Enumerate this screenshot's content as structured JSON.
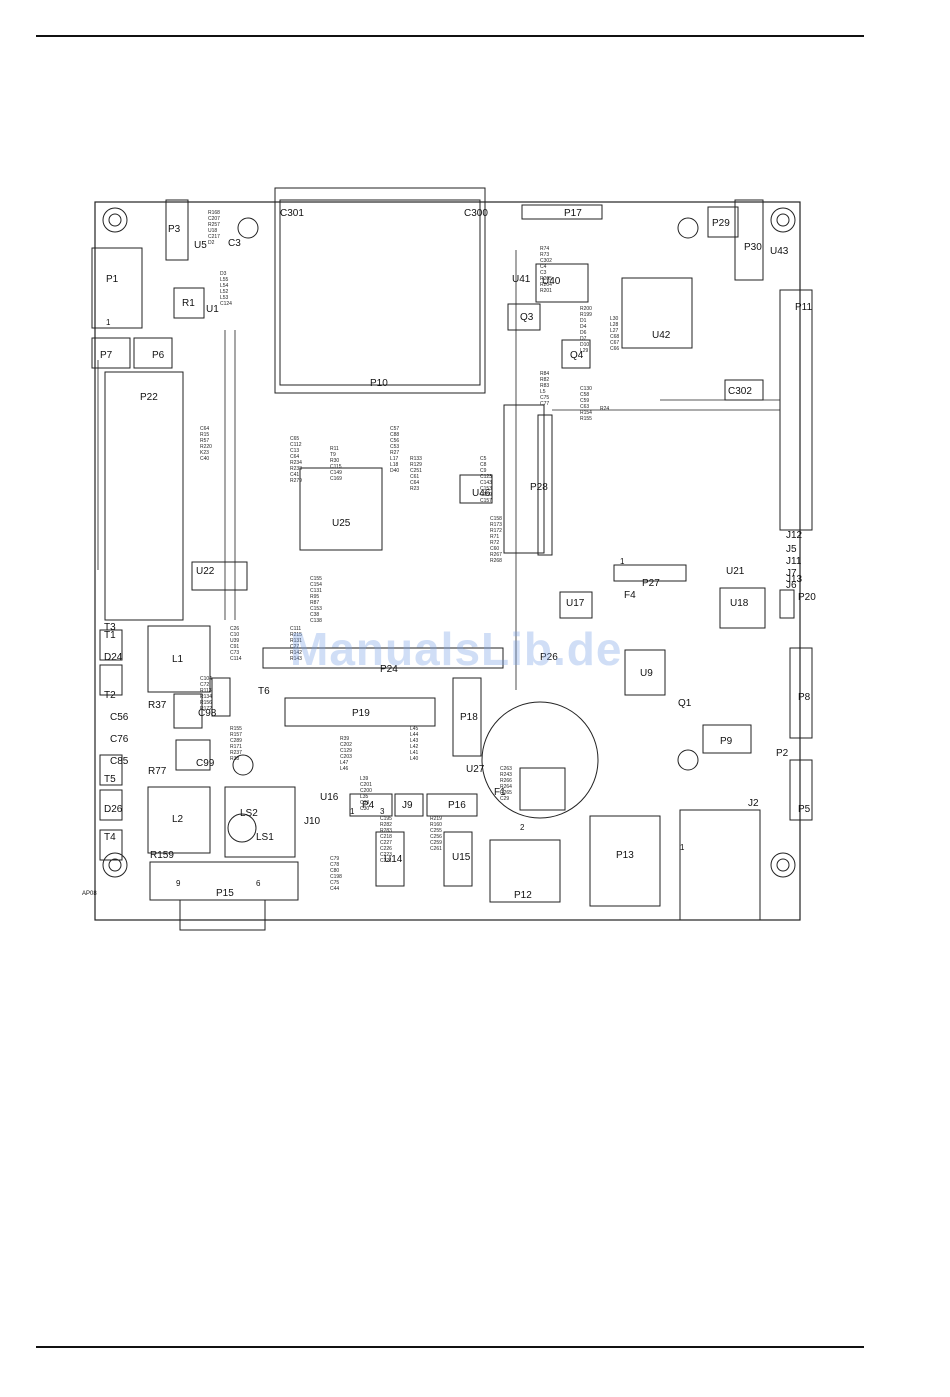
{
  "watermark": "ManualsLib.de",
  "board": {
    "major_labels": [
      "P1",
      "P3",
      "U5",
      "P7",
      "P6",
      "R1",
      "U1",
      "P22",
      "L1",
      "L2",
      "D24",
      "D26",
      "T1",
      "T2",
      "T3",
      "T4",
      "T5",
      "P10",
      "U25",
      "U22",
      "P24",
      "P19",
      "P18",
      "P26",
      "P27",
      "U18",
      "U9",
      "Q1",
      "P9",
      "P11",
      "U42",
      "U40",
      "U41",
      "Q3",
      "Q4",
      "P29",
      "P30",
      "C302",
      "U46",
      "U17",
      "P28",
      "P13",
      "P12",
      "P15",
      "LS1",
      "LS2",
      "P16",
      "J9",
      "P4",
      "U14",
      "U15",
      "U16",
      "J2",
      "P2",
      "P5",
      "P8",
      "P20",
      "J12",
      "J5",
      "J11",
      "J7",
      "J6",
      "J13",
      "F1",
      "F4",
      "U21",
      "R77",
      "R37",
      "C98",
      "C99",
      "C85",
      "C76",
      "C56",
      "C3",
      "T6",
      "J10",
      "R159",
      "P17",
      "C301",
      "C300",
      "U43",
      "U27"
    ],
    "small_labels": [
      "R168",
      "C207",
      "R257",
      "U18",
      "C217",
      "D2",
      "D3",
      "L55",
      "L54",
      "L52",
      "L53",
      "C124",
      "C64",
      "R15",
      "R57",
      "R220",
      "K23",
      "C40",
      "C65",
      "C112",
      "C13",
      "C64",
      "R234",
      "R233",
      "C41",
      "R279",
      "R11",
      "T9",
      "R30",
      "C115",
      "C149",
      "C169",
      "C57",
      "C88",
      "C56",
      "C53",
      "R27",
      "L17",
      "L18",
      "D40",
      "R133",
      "R129",
      "C251",
      "C61",
      "C64",
      "R23",
      "C155",
      "C154",
      "C131",
      "R95",
      "R87",
      "C153",
      "C38",
      "C138",
      "C111",
      "R215",
      "R131",
      "C27",
      "R142",
      "R143",
      "C26",
      "C10",
      "U39",
      "C91",
      "C73",
      "C114",
      "C104",
      "C72",
      "R113",
      "R134",
      "R156",
      "R172",
      "R155",
      "R157",
      "C289",
      "R171",
      "R237",
      "R38",
      "R39",
      "C202",
      "C129",
      "C203",
      "L47",
      "L46",
      "L45",
      "L44",
      "L43",
      "L42",
      "L41",
      "L40",
      "L39",
      "C201",
      "C200",
      "L35",
      "C33",
      "C30",
      "C79",
      "C78",
      "C80",
      "C198",
      "C75",
      "C44",
      "C195",
      "R282",
      "R283",
      "C218",
      "C227",
      "C226",
      "C223",
      "C221",
      "R219",
      "R160",
      "C255",
      "C256",
      "C259",
      "C261",
      "C263",
      "R243",
      "R266",
      "R264",
      "R265",
      "C29",
      "C5",
      "C8",
      "C9",
      "C123",
      "C143",
      "C153",
      "C159",
      "C157",
      "C158",
      "R173",
      "R172",
      "R71",
      "R72",
      "C60",
      "R267",
      "R268",
      "R74",
      "R73",
      "C302",
      "C4",
      "C3",
      "R205",
      "R204",
      "R201",
      "R200",
      "R199",
      "D1",
      "D4",
      "D6",
      "D7",
      "D10",
      "L29",
      "L30",
      "L28",
      "L27",
      "C68",
      "C67",
      "C66",
      "R84",
      "R82",
      "R83",
      "L5",
      "C75",
      "C77",
      "C130",
      "C58",
      "C59",
      "C63",
      "R154",
      "R155",
      "R24"
    ],
    "connector_numbers": [
      "1",
      "9",
      "6",
      "1",
      "3",
      "1",
      "2",
      "1"
    ],
    "corner_label": "AP08"
  }
}
